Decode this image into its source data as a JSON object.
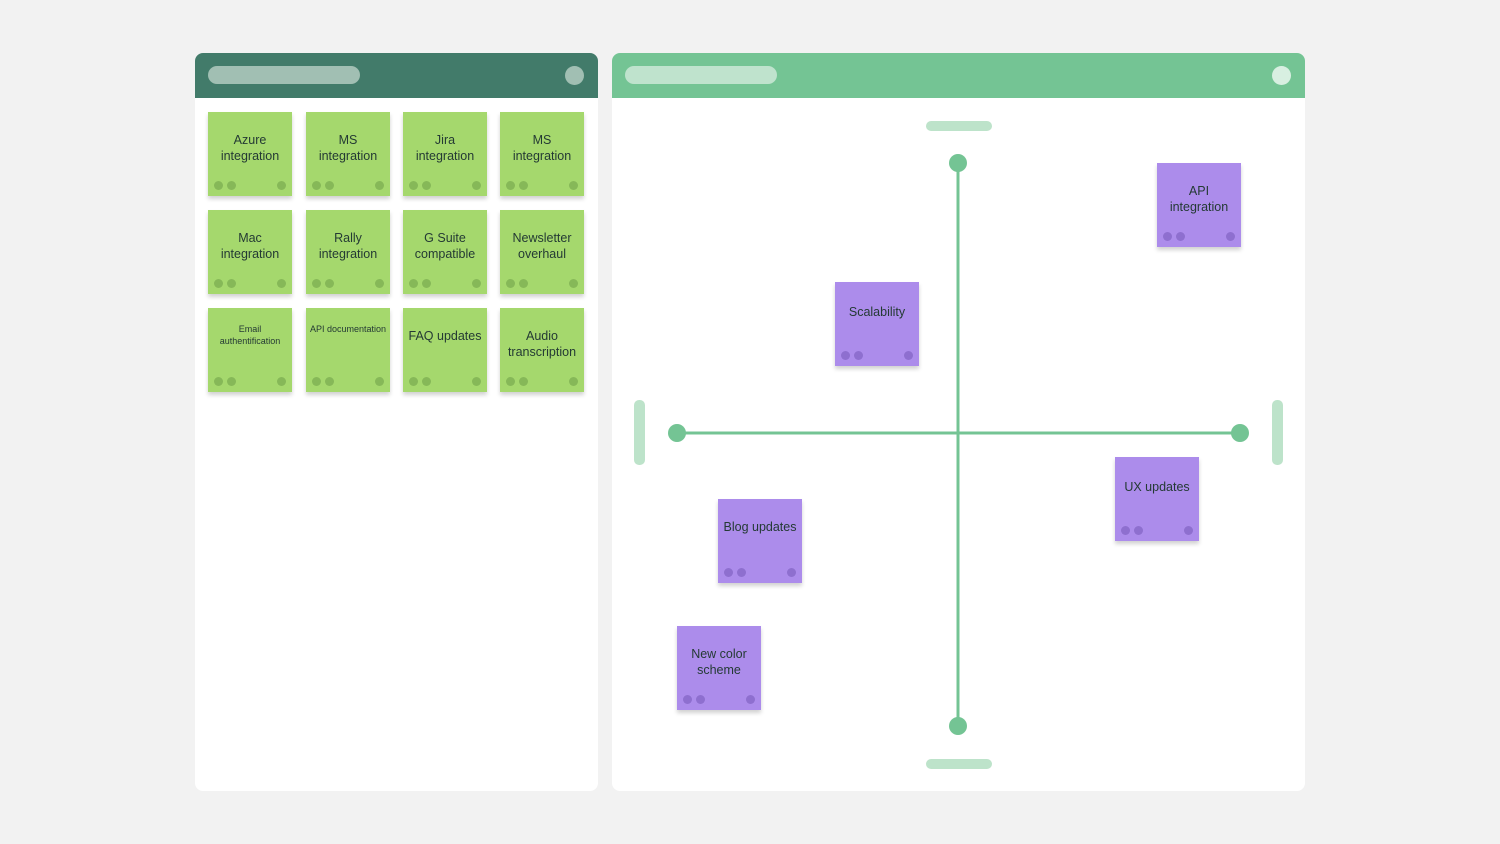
{
  "backlog": {
    "notes": [
      {
        "text": "Azure integration",
        "size": "normal"
      },
      {
        "text": "MS integration",
        "size": "normal"
      },
      {
        "text": "Jira integration",
        "size": "normal"
      },
      {
        "text": "MS integration",
        "size": "normal"
      },
      {
        "text": "Mac integration",
        "size": "normal"
      },
      {
        "text": "Rally integration",
        "size": "normal"
      },
      {
        "text": "G Suite compatible",
        "size": "normal"
      },
      {
        "text": "Newsletter overhaul",
        "size": "normal"
      },
      {
        "text": "Email authentification",
        "size": "small"
      },
      {
        "text": "API documentation",
        "size": "small"
      },
      {
        "text": "FAQ updates",
        "size": "normal"
      },
      {
        "text": "Audio transcription",
        "size": "normal"
      }
    ]
  },
  "matrix": {
    "notes": [
      {
        "text": "API integration"
      },
      {
        "text": "Scalability"
      },
      {
        "text": "UX updates"
      },
      {
        "text": "Blog updates"
      },
      {
        "text": "New color scheme"
      }
    ]
  },
  "colors": {
    "backlog_note": "#a5d86d",
    "matrix_note": "#ac8ceb",
    "axis": "#74c494",
    "left_header": "#427b6a",
    "right_header": "#74c494"
  }
}
